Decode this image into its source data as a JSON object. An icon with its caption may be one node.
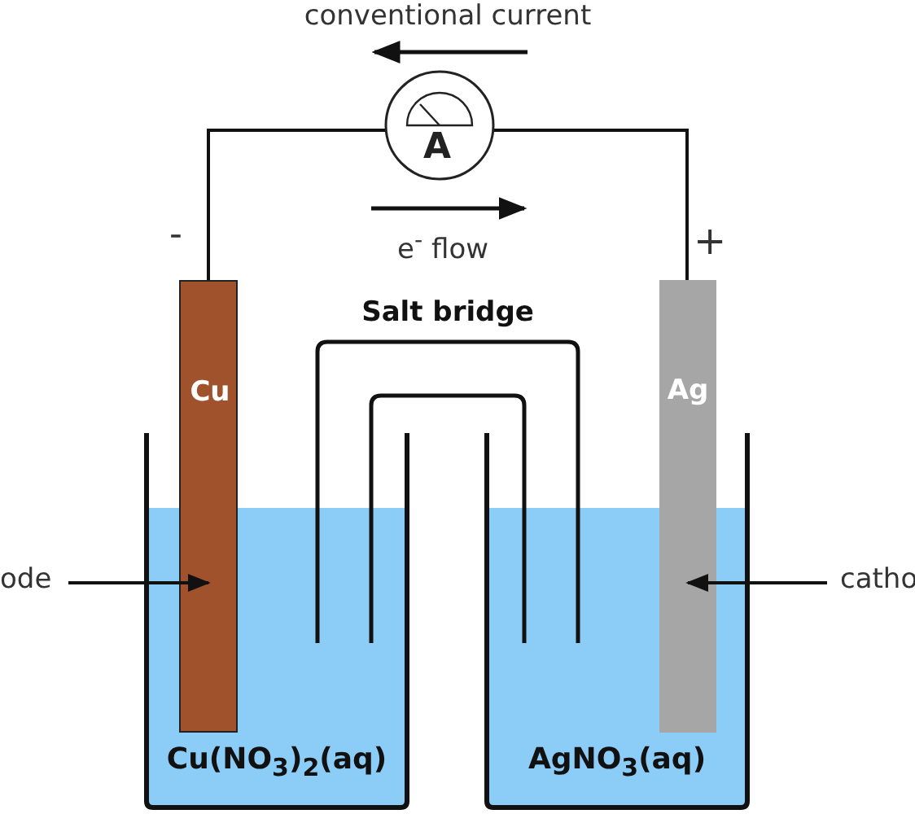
{
  "diagram": {
    "nodes": [
      {
        "text": [
          "A"
        ]
      },
      {
        "text": [
          "Cu"
        ]
      },
      {
        "text": [
          "Ag"
        ]
      },
      {
        "text": [
          "Cu(NO$_{3}$)$_{2}$(aq)"
        ]
      },
      {
        "text": [
          "AgNO$_{3}$(aq)"
        ]
      },
      {
        "text": [
          "Salt bridge"
        ]
      },
      {
        "text": [
          "ode"
        ]
      },
      {
        "text": [
          "catho"
        ]
      }
    ],
    "edges": [
      {
        "from": 1,
        "to": 0,
        "arrow": "none"
      },
      {
        "from": 0,
        "to": 2,
        "arrow": "none"
      },
      {
        "from": 6,
        "to": 1,
        "arrow": "to"
      },
      {
        "from": 7,
        "to": 2,
        "arrow": "to"
      }
    ],
    "labels": [
      "conventional current",
      "e$^{-}$ flow",
      "-",
      "+"
    ]
  }
}
